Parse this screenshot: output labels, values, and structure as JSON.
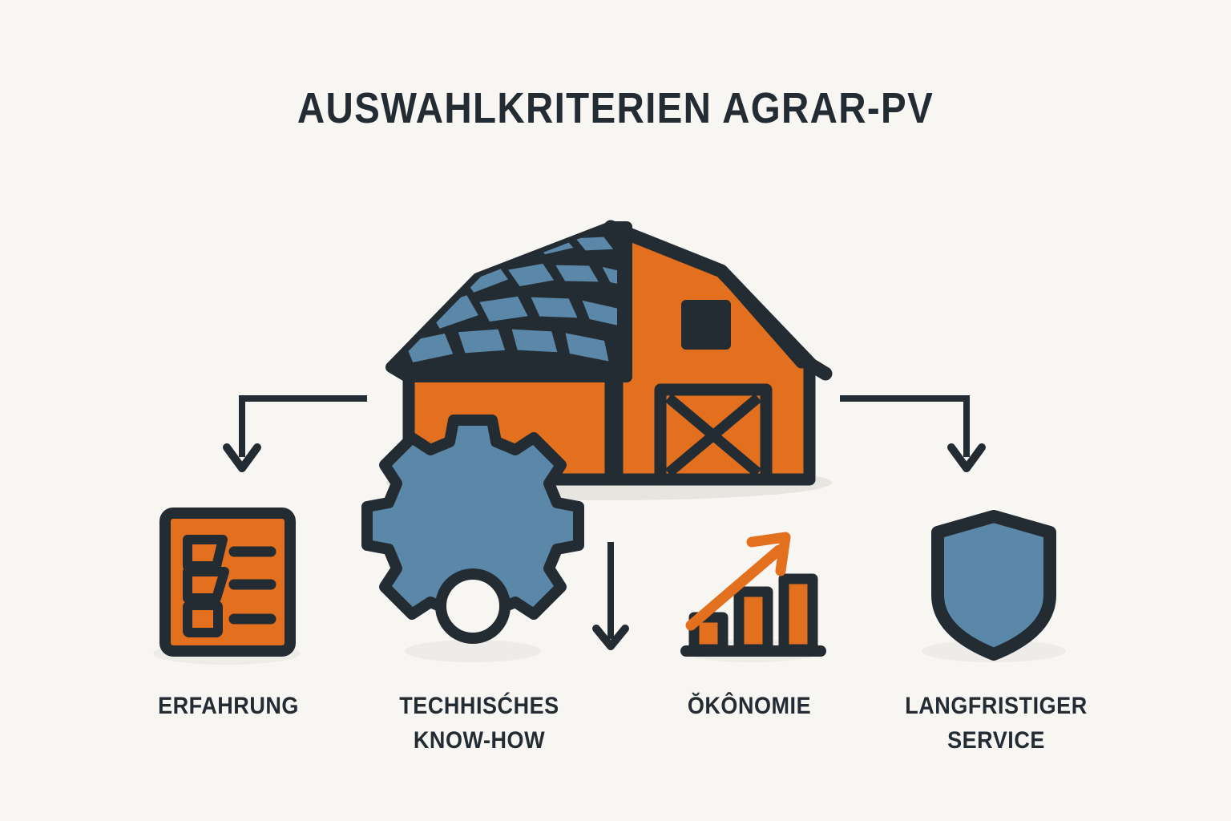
{
  "title": "AUSWAHLKRITERIEN AGRAR-PV",
  "colors": {
    "background": "#F7F6F3",
    "dark": "#232B33",
    "orange": "#E2701E",
    "blue": "#5B87A8",
    "shadow": "#E6E5E0"
  },
  "center_graphic": {
    "name": "barn-with-solar-panels",
    "parts": {
      "roof": "solar-panel-roof",
      "panel_rows": 4,
      "panels_per_row": 5,
      "body": "barn-body",
      "window": "barn-window",
      "door": "barn-door-x-brace"
    }
  },
  "connectors": [
    {
      "name": "connector-left",
      "shape": "elbow-down-left"
    },
    {
      "name": "connector-middle",
      "shape": "straight-down"
    },
    {
      "name": "connector-right",
      "shape": "elbow-down-right"
    }
  ],
  "criteria": [
    {
      "icon": "checklist-icon",
      "label": "ERFAHRUNG"
    },
    {
      "icon": "gear-icon",
      "label": "TECHHISĆHES\nKNOW-HOW"
    },
    {
      "icon": "bar-chart-growth-icon",
      "label": "ŎKÔNOMIE"
    },
    {
      "icon": "shield-icon",
      "label": "LANGFRISTIGER\nSERVICE"
    }
  ],
  "chart_icon_data": {
    "type": "bar",
    "bars": [
      1,
      2,
      3
    ],
    "trend": "up"
  }
}
